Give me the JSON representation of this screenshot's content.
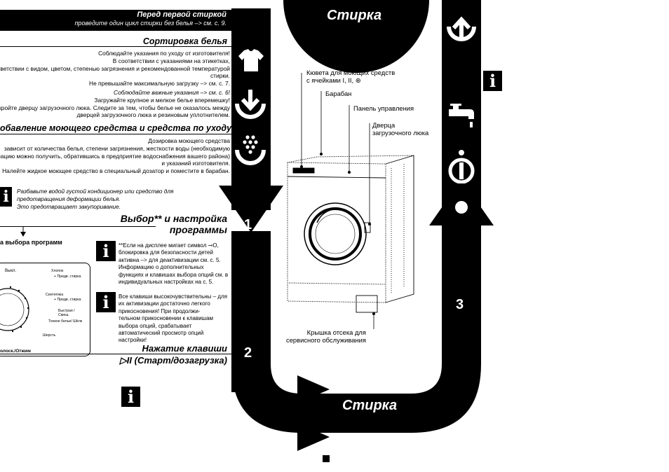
{
  "left": {
    "banner": {
      "title": "Перед первой стиркой",
      "subtitle": "проведите один цикл стирки без белья –> см. с. 9."
    },
    "sort": {
      "heading": "Сортировка белья",
      "lines": [
        "Соблюдайте указания по уходу от изготовителя!",
        "В соответствии с указаниями на этикетках,",
        "соответствии с видом, цветом, степенью загрязнения и рекомендованной температурой",
        "стирки.",
        "Не превышайте максимальную загрузку –> см. с. 7."
      ],
      "lines2": [
        "Соблюдайте важные указания –> см. с. 6!",
        "Загружайте крупное и мелкое белье вперемешку!",
        "Закройте дверцу загрузочного люка. Следите за тем, чтобы белье не оказалось между",
        "дверцей загрузочного люка и резиновым уплотнителем."
      ]
    },
    "detergent": {
      "heading": "обавление моющего средства и средства по уходу",
      "lines": [
        "Дозировка моющего средства",
        "зависит от количества белья, степени загрязнения, жесткости воды (необходимую",
        "формацию можно получить, обратившись в предприятие водоснабжения вашего района)",
        "и указаний изготовителя.",
        "Налейте жидкое моющее средство в специальный дозатор и поместите в барабан."
      ]
    },
    "conditioner_note": [
      "Разбавьте водой густой кондиционер или средство для",
      "предотвращения деформации белья.",
      "Это предотвращает закупоривание."
    ],
    "selection": {
      "heading_1": "Выбор** и настройка",
      "heading_2": "программы",
      "selector_label": "а выбора программ"
    },
    "panel": {
      "off_label": "Выкл.",
      "programs": [
        "Хлопок",
        "+ Предв. стирка",
        "Синтетика",
        "+ Предв. стирка",
        "Быстрая / Смеш.",
        "Тонкое белье/ Шёлк",
        "Шерсть"
      ],
      "bottom_label": "олоск./Отжим"
    },
    "note_display": [
      "**Если на дисплее мигает символ ⊸O,",
      "блокировка для безопасности детей",
      "активна –> для деактивизации  см. с. 5.",
      "Информацию о дополнительных",
      "функциях и клавишах выбора опций см. в",
      "индивидуальных настройках на с. 5."
    ],
    "note_keys": [
      "Все клавиши высокочувствительны – для",
      "их активизации достаточно легкого",
      "прикосновения! При продолжи-",
      "тельном прикосновении к клавишам",
      "выбора опций, срабатывает",
      "автоматический просмотр опций",
      "настройки!"
    ],
    "press": {
      "heading": "Нажатие клавиши",
      "key_symbol": "▷II",
      "key_label": "(Старт/дозагрузка)"
    },
    "info_glyph": "i"
  },
  "flow": {
    "top_label": "Стирка",
    "bottom_label": "Стирка",
    "step_1": "1",
    "step_2": "2",
    "step_3": "3"
  },
  "machine": {
    "callouts": {
      "drawer": "Кювета для моющих средств\nс ячейками I, II, ⊛",
      "drum": "Барабан",
      "panel": "Панель управления",
      "door": "Дверца\nзагрузочного люка",
      "service": "Крышка отсека для\nсервисного обслуживания"
    }
  },
  "right": {
    "info_glyph": "i"
  },
  "colors": {
    "ink": "#000000",
    "paper": "#ffffff"
  }
}
